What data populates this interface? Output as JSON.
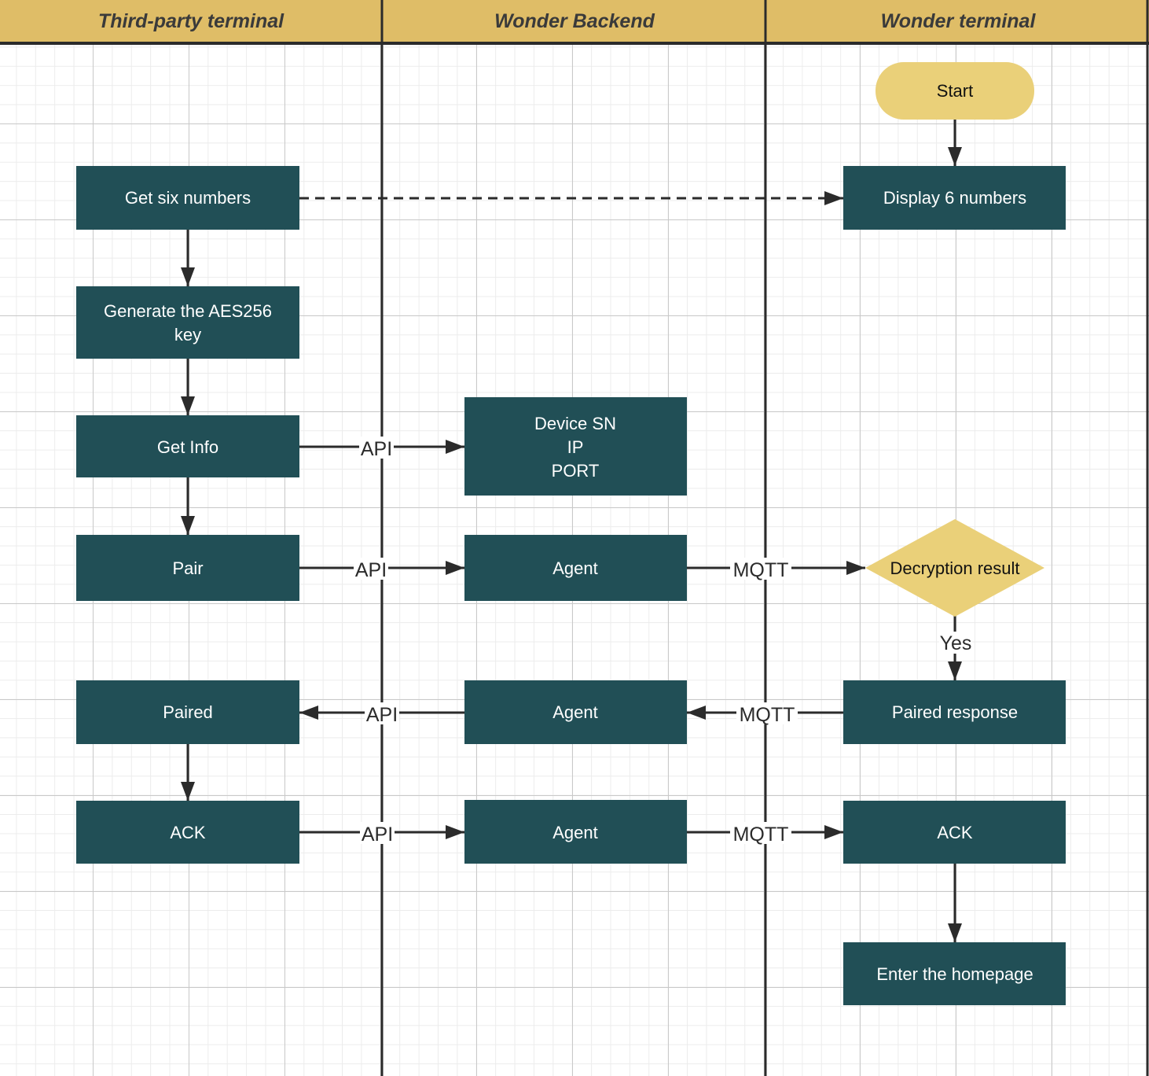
{
  "lanes": [
    "Third-party terminal",
    "Wonder Backend",
    "Wonder terminal"
  ],
  "nodes": {
    "start": "Start",
    "get_six_numbers": "Get six numbers",
    "display_six_numbers": "Display 6 numbers",
    "generate_key": [
      "Generate the AES256",
      "key"
    ],
    "get_info": "Get Info",
    "device_info": [
      "Device SN",
      "IP",
      "PORT"
    ],
    "pair": "Pair",
    "agent_pair": "Agent",
    "decryption_result": "Decryption result",
    "paired": "Paired",
    "agent_paired": "Agent",
    "paired_response": "Paired response",
    "ack_third_party": "ACK",
    "agent_ack": "Agent",
    "ack_terminal": "ACK",
    "enter_homepage": "Enter the homepage"
  },
  "edge_labels": {
    "get_info_api": "API",
    "pair_api": "API",
    "pair_mqtt": "MQTT",
    "decision_yes": "Yes",
    "paired_mqtt": "MQTT",
    "paired_api": "API",
    "ack_api": "API",
    "ack_mqtt": "MQTT"
  },
  "colors": {
    "header": "#dfbd67",
    "process_box": "#214f56",
    "terminator_and_decision": "#ead079",
    "lines": "#2b2b2b"
  }
}
